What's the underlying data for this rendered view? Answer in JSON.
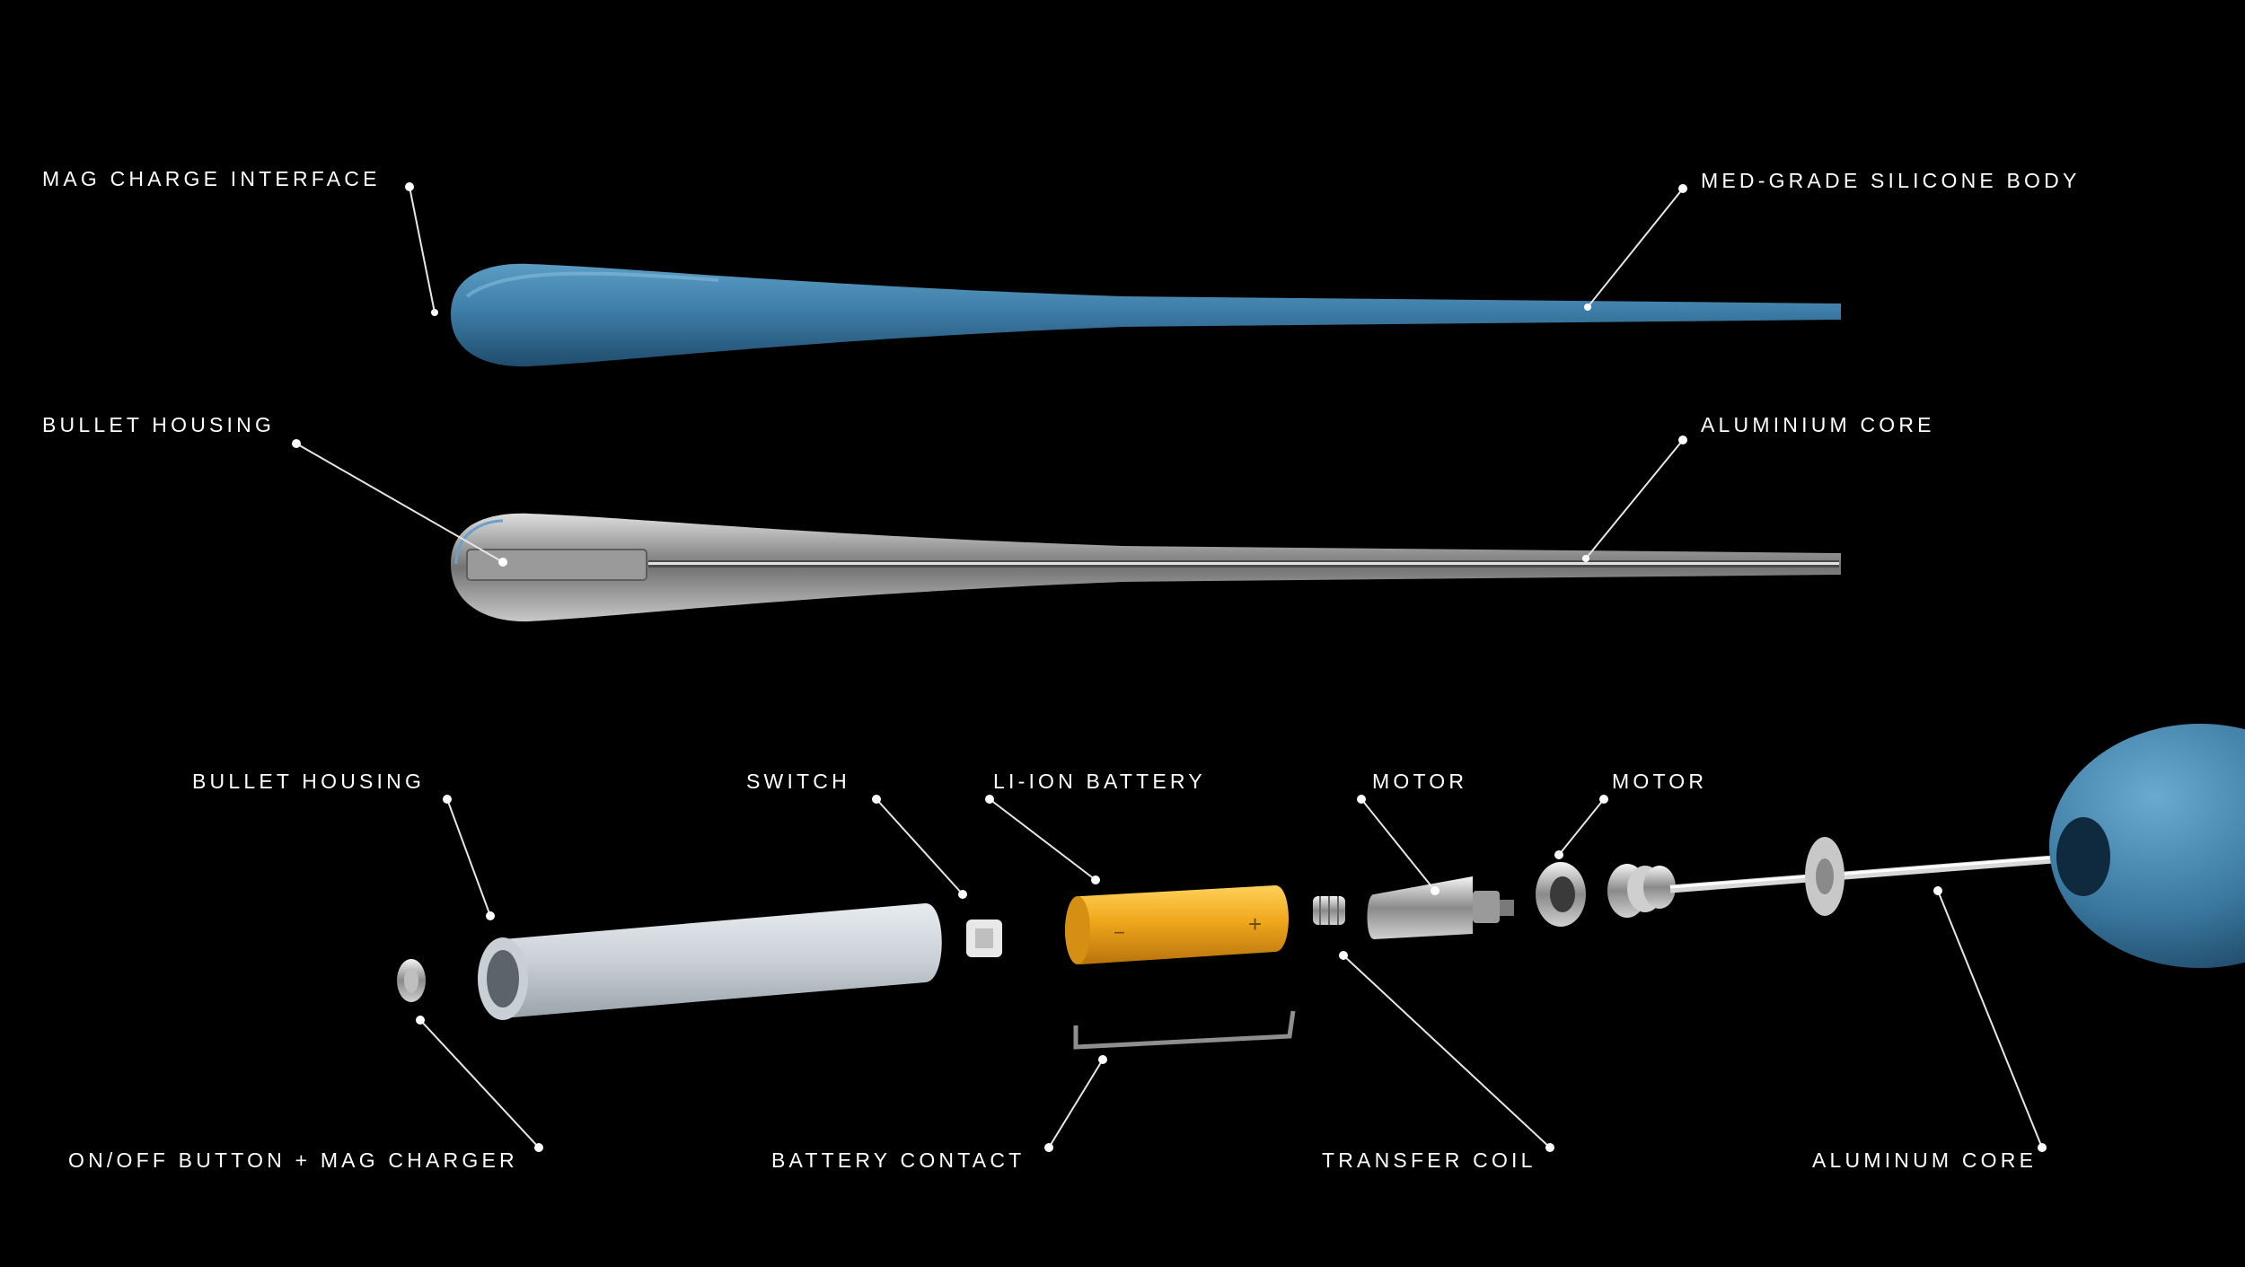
{
  "labels": {
    "mag_charge_interface": "MAG CHARGE INTERFACE",
    "med_grade_silicone_body": "MED-GRADE SILICONE BODY",
    "bullet_housing_top": "BULLET HOUSING",
    "aluminium_core": "ALUMINIUM CORE",
    "bullet_housing_bottom": "BULLET HOUSING",
    "switch": "SWITCH",
    "li_ion_battery": "LI-ION BATTERY",
    "motor_1": "MOTOR",
    "motor_2": "MOTOR",
    "on_off_button": "ON/OFF BUTTON + MAG CHARGER",
    "battery_contact": "BATTERY CONTACT",
    "transfer_coil": "TRANSFER COIL",
    "aluminum_core": "ALUMINUM CORE"
  },
  "colors": {
    "background": "#000000",
    "silicone_blue": "#3f7fa8",
    "battery_orange": "#f0a81c",
    "leader_line": "#e6e6e6"
  }
}
